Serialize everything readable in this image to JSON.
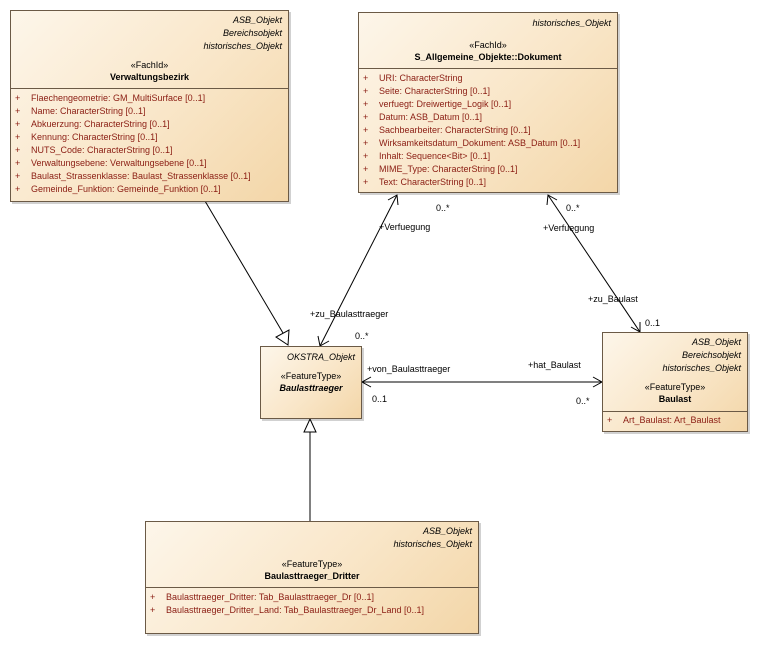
{
  "classes": {
    "verwaltungsbezirk": {
      "tags": [
        "ASB_Objekt",
        "Bereichsobjekt",
        "historisches_Objekt"
      ],
      "stereotype": "«FachId»",
      "name": "Verwaltungsbezirk",
      "attributes": [
        {
          "vis": "+",
          "text": "Flaechengeometrie: GM_MultiSurface [0..1]"
        },
        {
          "vis": "+",
          "text": "Name: CharacterString [0..1]"
        },
        {
          "vis": "+",
          "text": "Abkuerzung: CharacterString [0..1]"
        },
        {
          "vis": "+",
          "text": "Kennung: CharacterString [0..1]"
        },
        {
          "vis": "+",
          "text": "NUTS_Code: CharacterString [0..1]"
        },
        {
          "vis": "+",
          "text": "Verwaltungsebene: Verwaltungsebene [0..1]"
        },
        {
          "vis": "+",
          "text": "Baulast_Strassenklasse: Baulast_Strassenklasse [0..1]"
        },
        {
          "vis": "+",
          "text": "Gemeinde_Funktion: Gemeinde_Funktion [0..1]"
        }
      ]
    },
    "dokument": {
      "tags": [
        "historisches_Objekt"
      ],
      "stereotype": "«FachId»",
      "name": "S_Allgemeine_Objekte::Dokument",
      "attributes": [
        {
          "vis": "+",
          "text": "URI: CharacterString"
        },
        {
          "vis": "+",
          "text": "Seite: CharacterString [0..1]"
        },
        {
          "vis": "+",
          "text": "verfuegt: Dreiwertige_Logik [0..1]"
        },
        {
          "vis": "+",
          "text": "Datum: ASB_Datum [0..1]"
        },
        {
          "vis": "+",
          "text": "Sachbearbeiter: CharacterString [0..1]"
        },
        {
          "vis": "+",
          "text": "Wirksamkeitsdatum_Dokument: ASB_Datum [0..1]"
        },
        {
          "vis": "+",
          "text": "Inhalt: Sequence<Bit> [0..1]"
        },
        {
          "vis": "+",
          "text": "MIME_Type: CharacterString [0..1]"
        },
        {
          "vis": "+",
          "text": "Text: CharacterString [0..1]"
        }
      ]
    },
    "baulasttraeger": {
      "tags": [
        "OKSTRA_Objekt"
      ],
      "stereotype": "«FeatureType»",
      "name": "Baulasttraeger"
    },
    "baulast": {
      "tags": [
        "ASB_Objekt",
        "Bereichsobjekt",
        "historisches_Objekt"
      ],
      "stereotype": "«FeatureType»",
      "name": "Baulast",
      "attributes": [
        {
          "vis": "+",
          "text": "Art_Baulast: Art_Baulast"
        }
      ]
    },
    "baulasttraeger_dritter": {
      "tags": [
        "ASB_Objekt",
        "historisches_Objekt"
      ],
      "stereotype": "«FeatureType»",
      "name": "Baulasttraeger_Dritter",
      "attributes": [
        {
          "vis": "+",
          "text": "Baulasttraeger_Dritter: Tab_Baulasttraeger_Dr [0..1]"
        },
        {
          "vis": "+",
          "text": "Baulasttraeger_Dritter_Land: Tab_Baulasttraeger_Dr_Land [0..1]"
        }
      ]
    }
  },
  "links": {
    "verfuegung_1": {
      "role_end": "+Verfuegung",
      "mult_end": "0..*",
      "role_start": "+zu_Baulasttraeger",
      "mult_start": "0..*"
    },
    "verfuegung_2": {
      "role_end": "+Verfuegung",
      "mult_end": "0..*",
      "role_start": "+zu_Baulast",
      "mult_start": "0..1"
    },
    "traeger_baulast": {
      "role_start": "+von_Baulasttraeger",
      "mult_start": "0..1",
      "role_end": "+hat_Baulast",
      "mult_end": "0..*"
    }
  },
  "colors": {
    "border": "#6b5a46",
    "attribute_text": "#8a1c12",
    "fill_light": "#fdf6ea",
    "fill_dark": "#f3d6a8"
  }
}
